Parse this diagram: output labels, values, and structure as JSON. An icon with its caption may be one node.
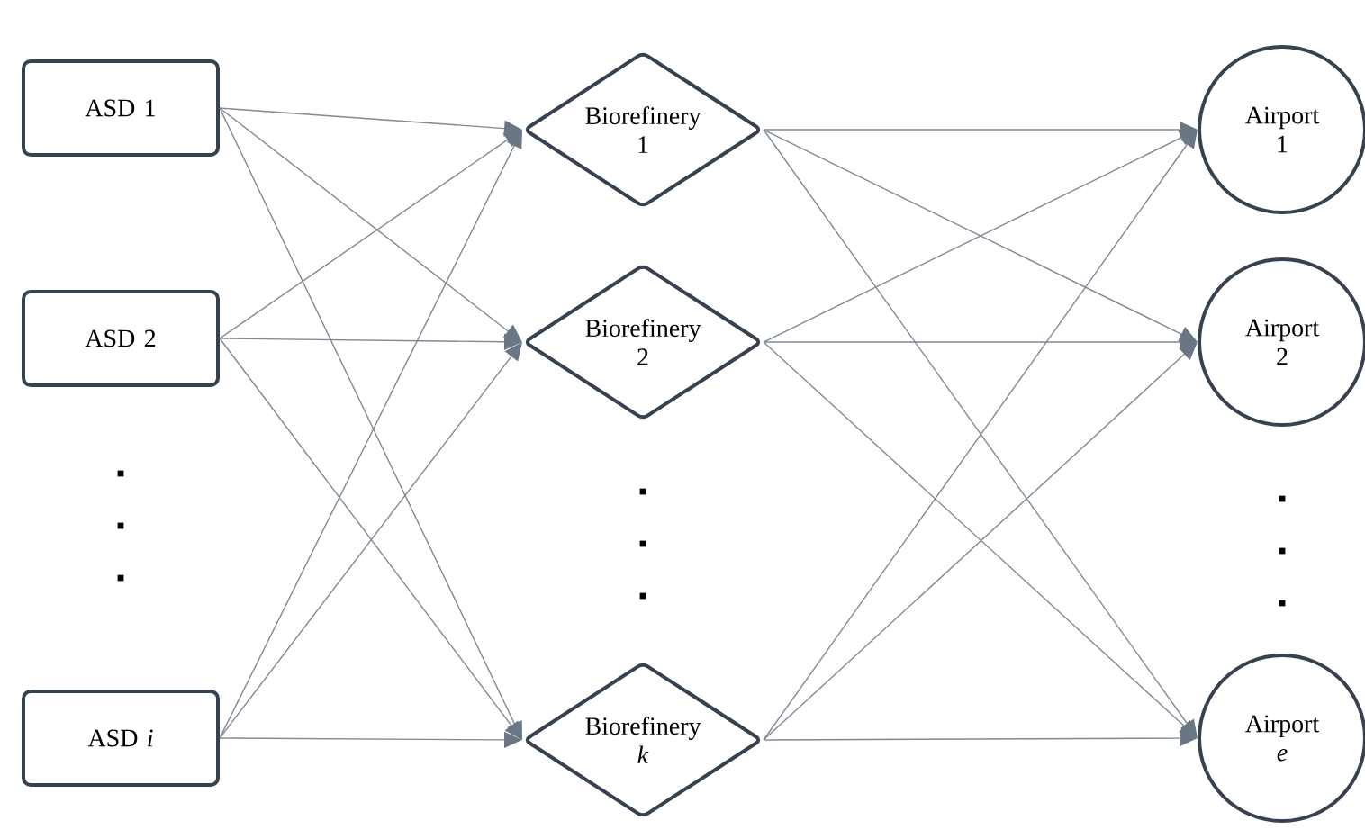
{
  "diagram": {
    "nodes": [
      {
        "text": [
          "ASD 1"
        ]
      },
      {
        "text": [
          "ASD 2"
        ]
      },
      {
        "text": [
          "ASD *i*"
        ]
      },
      {
        "text": [
          "Biorefinery 1"
        ]
      },
      {
        "text": [
          "Biorefinery 2"
        ]
      },
      {
        "text": [
          "Biorefinery *k*"
        ]
      },
      {
        "text": [
          "Airport 1"
        ]
      },
      {
        "text": [
          "Airport 2"
        ]
      },
      {
        "text": [
          "Airport *e*"
        ]
      }
    ],
    "edges": [
      {
        "from": 0,
        "to": 3,
        "arrow": "to"
      },
      {
        "from": 0,
        "to": 4,
        "arrow": "to"
      },
      {
        "from": 0,
        "to": 5,
        "arrow": "to"
      },
      {
        "from": 1,
        "to": 3,
        "arrow": "to"
      },
      {
        "from": 1,
        "to": 4,
        "arrow": "to"
      },
      {
        "from": 1,
        "to": 5,
        "arrow": "to"
      },
      {
        "from": 2,
        "to": 3,
        "arrow": "to"
      },
      {
        "from": 2,
        "to": 4,
        "arrow": "to"
      },
      {
        "from": 2,
        "to": 5,
        "arrow": "to"
      },
      {
        "from": 3,
        "to": 6,
        "arrow": "to"
      },
      {
        "from": 3,
        "to": 7,
        "arrow": "to"
      },
      {
        "from": 3,
        "to": 8,
        "arrow": "to"
      },
      {
        "from": 4,
        "to": 6,
        "arrow": "to"
      },
      {
        "from": 4,
        "to": 7,
        "arrow": "to"
      },
      {
        "from": 4,
        "to": 8,
        "arrow": "to"
      },
      {
        "from": 5,
        "to": 6,
        "arrow": "to"
      },
      {
        "from": 5,
        "to": 7,
        "arrow": "to"
      },
      {
        "from": 5,
        "to": 8,
        "arrow": "to"
      }
    ]
  }
}
